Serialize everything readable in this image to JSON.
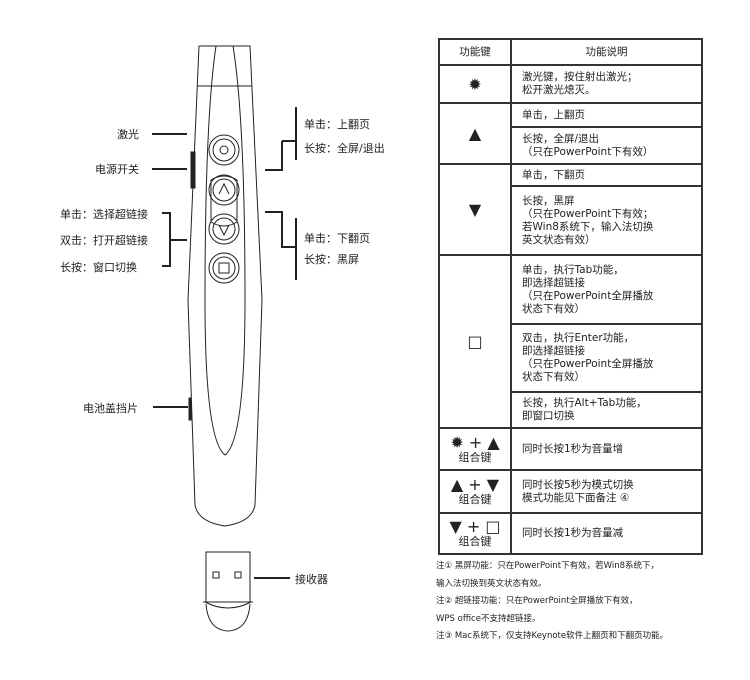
{
  "left_labels": {
    "laser": "激光",
    "power": "电源开关",
    "click": "单击：选择超链接",
    "double_click": "双击：打开超链接",
    "long_press": "长按：窗口切换",
    "battery": "电池盖挡片",
    "receiver": "接收器"
  },
  "right_labels": {
    "up_click": "单击：上翻页",
    "up_long": "长按：全屏/退出",
    "down_click": "单击：下翻页",
    "down_long": "长按：黑屏"
  },
  "table": {
    "headers": [
      "功能键",
      "功能说明"
    ],
    "laser_desc": "激光键，按住射出激光；\n松开激光熄灭。",
    "up": [
      "单击，上翻页",
      "长按，全屏/退出\n（只在PowerPoint下有效）"
    ],
    "down": [
      "单击，下翻页",
      "长按，黑屏\n（只在PowerPoint下有效；\n若Win8系统下，输入法切换\n英文状态有效）"
    ],
    "square": [
      "单击，执行Tab功能，\n即选择超链接\n（只在PowerPoint全屏播放\n状态下有效）",
      "双击，执行Enter功能，\n即选择超链接\n（只在PowerPoint全屏播放\n状态下有效）",
      "长按，执行Alt+Tab功能，\n即窗口切换"
    ],
    "combo_label": "组合键",
    "combo1": "同时长按1秒为音量增",
    "combo2": "同时长按5秒为模式切换\n模式功能见下面备注 ④",
    "combo3": "同时长按1秒为音量减"
  },
  "notes": [
    "注① 黑屏功能：只在PowerPoint下有效，若Win8系统下，",
    "输入法切换到英文状态有效。",
    "注② 超链接功能：只在PowerPoint全屏播放下有效，",
    "WPS office不支持超链接。",
    "注③ Mac系统下，仅支持Keynote软件上翻页和下翻页功能。"
  ]
}
